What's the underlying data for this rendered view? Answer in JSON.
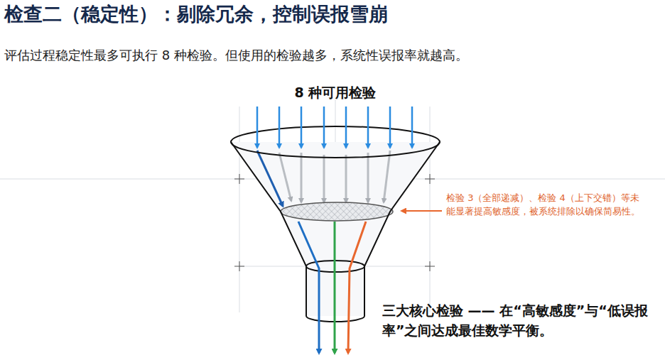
{
  "diagram": {
    "title": "检查二（稳定性）：剔除冗余，控制误报雪崩",
    "labels": [
      "评估过程稳定性最多可执行 8 种检验。但使用的检验越多，系统性误报率就越高。",
      "8 种可用检验",
      "检验 3（全部递减）、检验 4（上下交错）等未能显著提高敏感度，被系统排除以确保简易性。",
      "三大核心检验 —— 在“高敏感度”与“低误报率”之间达成最佳数学平衡。"
    ]
  }
}
